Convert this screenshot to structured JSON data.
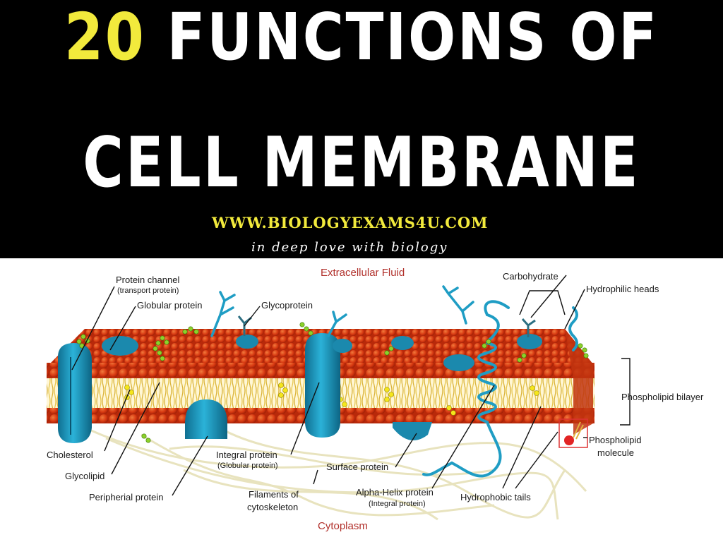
{
  "banner": {
    "title_number": "20",
    "title_rest": " FUNCTIONS OF",
    "title_line2": "CELL MEMBRANE",
    "url": "WWW.BIOLOGYEXAMS4U.COM",
    "tagline": "in deep love with biology"
  },
  "diagram": {
    "top_region": "Extracellular Fluid",
    "bottom_region": "Cytoplasm",
    "labels": {
      "protein_channel": "Protein channel",
      "protein_channel_sub": "(transport protein)",
      "globular_protein": "Globular protein",
      "glycoprotein": "Glycoprotein",
      "carbohydrate": "Carbohydrate",
      "hydrophilic_heads": "Hydrophilic heads",
      "phospholipid_bilayer": "Phospholipid bilayer",
      "phospholipid_molecule_1": "Phospholipid",
      "phospholipid_molecule_2": "molecule",
      "cholesterol": "Cholesterol",
      "glycolipid": "Glycolipid",
      "peripheral_protein": "Peripherial protein",
      "integral_protein": "Integral protein",
      "integral_protein_sub": "(Globular protein)",
      "filaments_1": "Filaments of",
      "filaments_2": "cytoskeleton",
      "surface_protein": "Surface protein",
      "alpha_helix": "Alpha-Helix protein",
      "alpha_helix_sub": "(Integral protein)",
      "hydrophobic_tails": "Hydrophobic tails"
    }
  },
  "colors": {
    "banner_bg": "#000000",
    "accent_yellow": "#f2ea3c",
    "head_red": "#d83a12",
    "protein_blue": "#1f9dc4",
    "tail_yellow": "#e9c84a",
    "region_label_red": "#b1302b"
  }
}
